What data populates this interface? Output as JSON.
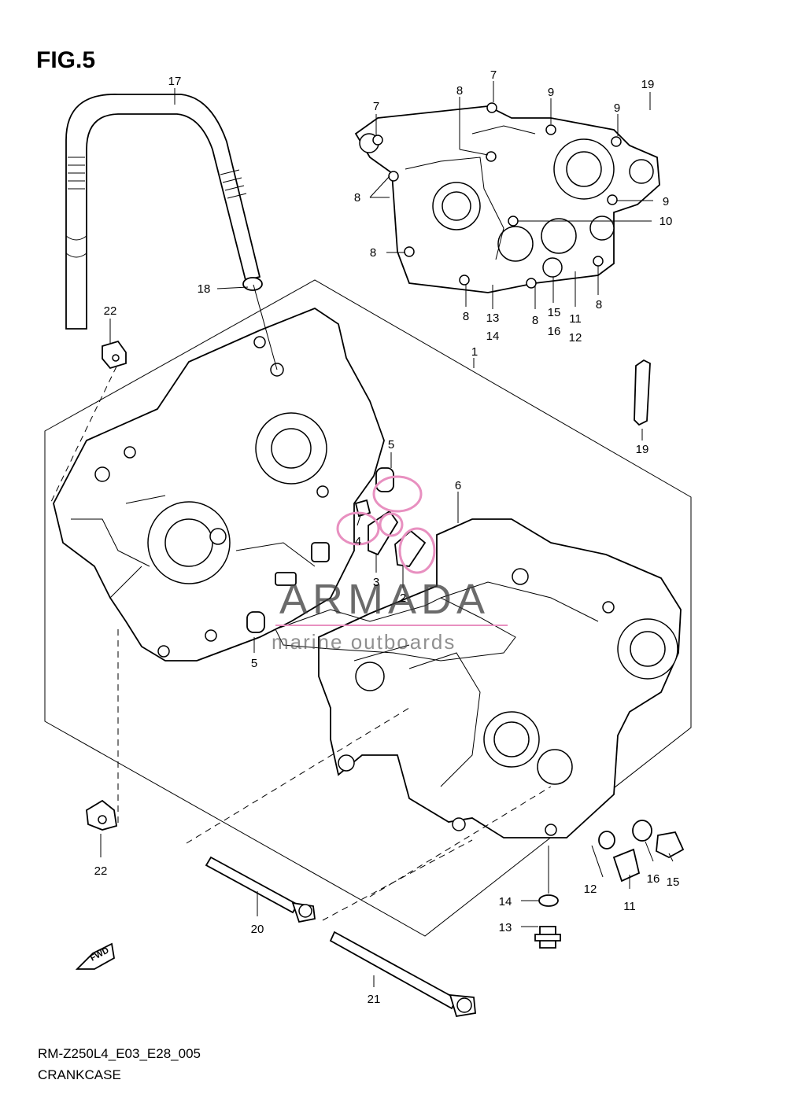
{
  "figure": {
    "title": "FIG.5",
    "code": "RM-Z250L4_E03_E28_005",
    "name": "CRANKCASE"
  },
  "watermark": {
    "brand": "ARMADA",
    "tagline": "marine outboards",
    "accent_color": "#e890c0"
  },
  "callouts": {
    "c1": "1",
    "c2": "2",
    "c3": "3",
    "c4": "4",
    "c5a": "5",
    "c5b": "5",
    "c6": "6",
    "c7a": "7",
    "c7b": "7",
    "c8a": "8",
    "c8b": "8",
    "c8c": "8",
    "c8d": "8",
    "c8e": "8",
    "c8f": "8",
    "c9a": "9",
    "c9b": "9",
    "c9c": "9",
    "c10": "10",
    "c11a": "11",
    "c12a": "12",
    "c11b": "11",
    "c12b": "12",
    "c13a": "13",
    "c14a": "14",
    "c13b": "13",
    "c14b": "14",
    "c15a": "15",
    "c16a": "16",
    "c15b": "15",
    "c16b": "16",
    "c17": "17",
    "c18": "18",
    "c19a": "19",
    "c19b": "19",
    "c20": "20",
    "c21": "21",
    "c22a": "22",
    "c22b": "22"
  },
  "fwd_label": "FWD"
}
